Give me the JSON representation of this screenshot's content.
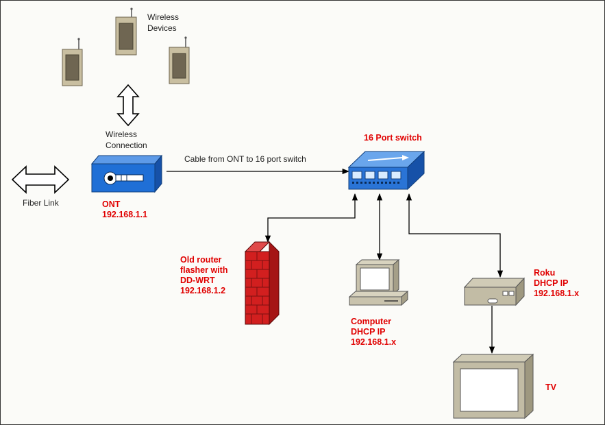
{
  "labels": {
    "wireless_devices": [
      "Wireless",
      "Devices"
    ],
    "wireless_connection": [
      "Wireless",
      "Connection"
    ],
    "fiber_link": "Fiber Link",
    "cable": "Cable from ONT to 16 port switch",
    "ont": [
      "ONT",
      "192.168.1.1"
    ],
    "switch": "16 Port switch",
    "router": [
      "Old router",
      "flasher with",
      "DD-WRT",
      "192.168.1.2"
    ],
    "computer": [
      "Computer",
      "DHCP IP",
      "192.168.1.x"
    ],
    "roku": [
      "Roku",
      "DHCP IP",
      "192.168.1.x"
    ],
    "tv": "TV"
  },
  "colors": {
    "label_red": "#e00000",
    "ont_blue": "#1f6fd6",
    "switch_blue": "#2a74d6",
    "firewall_red": "#d21f1f",
    "device_tan": "#c9bfa1",
    "device_screen": "#6f6652",
    "line": "#000000"
  },
  "icons": {
    "wireless_device": "walkie-talkie-icon",
    "ont": "key-box-icon",
    "switch": "network-switch-icon",
    "router": "firewall-brick-icon",
    "computer": "desktop-computer-icon",
    "roku": "set-top-box-icon",
    "tv": "television-icon"
  }
}
